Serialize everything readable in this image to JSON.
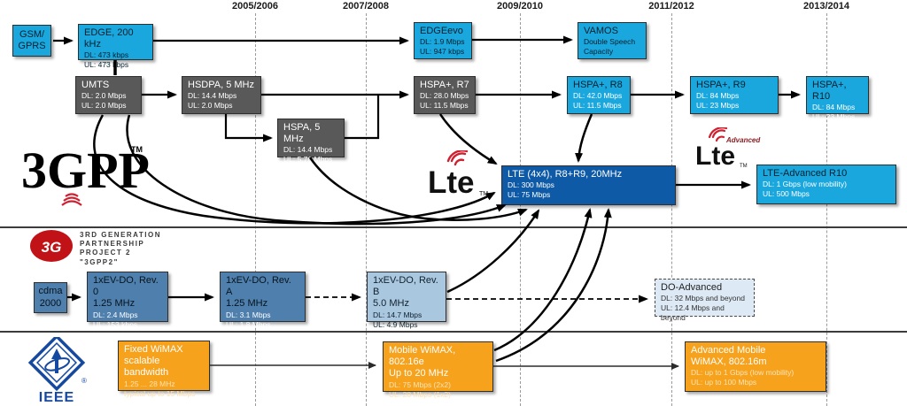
{
  "timeline": {
    "labels": [
      "2005/2006",
      "2007/2008",
      "2009/2010",
      "2011/2012",
      "2013/2014"
    ]
  },
  "colors": {
    "cyan": "#1aa7de",
    "dark_gray": "#595959",
    "dark_blue": "#0e5aa6",
    "steel_blue": "#4f7fad",
    "light_blue": "#a9c7df",
    "pale_blue": "#dde9f4",
    "orange": "#f6a21d",
    "logo_red": "#cf2030",
    "ieee_blue": "#15489f"
  },
  "logos": {
    "gpp": {
      "text": "3GPP",
      "tm": "TM"
    },
    "gpp2": {
      "badge": "3G",
      "line1": "3rd Generation",
      "line2": "Partnership",
      "line3": "Project 2",
      "line4": "\"3GPP2\""
    },
    "lte": {
      "text": "Lte",
      "tm": "TM"
    },
    "lte_advanced": {
      "text": "Lte",
      "suffix": "Advanced",
      "tm": "TM"
    },
    "ieee": {
      "label": "IEEE",
      "reg": "®"
    }
  },
  "nodes": {
    "gsm": {
      "line1": "GSM/",
      "line2": "GPRS"
    },
    "edge": {
      "title": "EDGE, 200 kHz",
      "dl": "DL: 473 kbps",
      "ul": "UL: 473 kbps"
    },
    "edgeevo": {
      "title": "EDGEevo",
      "dl": "DL: 1.9 Mbps",
      "ul": "UL: 947 kbps"
    },
    "vamos": {
      "title": "VAMOS",
      "line1": "Double Speech",
      "line2": "Capacity"
    },
    "umts": {
      "title": "UMTS",
      "dl": "DL: 2.0 Mbps",
      "ul": "UL: 2.0 Mbps"
    },
    "hsdpa": {
      "title": "HSDPA, 5 MHz",
      "dl": "DL: 14.4 Mbps",
      "ul": "UL: 2.0 Mbps"
    },
    "hspa": {
      "title": "HSPA, 5 MHz",
      "dl": "DL: 14.4 Mbps",
      "ul": "UL: 5.76 Mbps"
    },
    "hspa_r7": {
      "title": "HSPA+, R7",
      "dl": "DL: 28.0 Mbps",
      "ul": "UL: 11.5 Mbps"
    },
    "hspa_r8": {
      "title": "HSPA+, R8",
      "dl": "DL: 42.0 Mbps",
      "ul": "UL: 11.5 Mbps"
    },
    "hspa_r9": {
      "title": "HSPA+, R9",
      "dl": "DL: 84 Mbps",
      "ul": "UL: 23 Mbps"
    },
    "hspa_r10": {
      "title": "HSPA+, R10",
      "dl": "DL: 84 Mbps",
      "ul": "UL: 23 Mbps"
    },
    "lte": {
      "title": "LTE (4x4), R8+R9, 20MHz",
      "dl": "DL: 300 Mbps",
      "ul": "UL: 75 Mbps"
    },
    "lte_advanced": {
      "title": "LTE-Advanced R10",
      "dl": "DL: 1 Gbps (low mobility)",
      "ul": "UL: 500 Mbps"
    },
    "cdma2000": {
      "line1": "cdma",
      "line2": "2000"
    },
    "evdo_rev0": {
      "title": "1xEV-DO, Rev. 0",
      "subtitle": "1.25 MHz",
      "dl": "DL: 2.4 Mbps",
      "ul": "UL: 153 kbps"
    },
    "evdo_reva": {
      "title": "1xEV-DO, Rev. A",
      "subtitle": "1.25 MHz",
      "dl": "DL: 3.1 Mbps",
      "ul": "UL: 1.8 Mbps"
    },
    "evdo_revb": {
      "title": "1xEV-DO, Rev. B",
      "subtitle": "5.0 MHz",
      "dl": "DL: 14.7 Mbps",
      "ul": "UL: 4.9 Mbps"
    },
    "do_advanced": {
      "title": "DO-Advanced",
      "dl": "DL: 32 Mbps and beyond",
      "ul": "UL: 12.4 Mbps and beyond"
    },
    "fixed_wimax": {
      "title": "Fixed WiMAX",
      "subtitle": "scalable bandwidth",
      "dl": "1.25 ... 28 MHz",
      "ul": "typical up to 15 Mbps"
    },
    "mobile_wimax": {
      "title": "Mobile WiMAX, 802.16e",
      "subtitle": "Up to 20 MHz",
      "dl": "DL: 75 Mbps (2x2)",
      "ul": "UL: 28 Mbps (1x2)"
    },
    "adv_wimax": {
      "title": "Advanced Mobile",
      "subtitle": "WiMAX, 802.16m",
      "dl": "DL: up to 1 Gbps (low mobility)",
      "ul": "UL: up to 100 Mbps"
    }
  }
}
